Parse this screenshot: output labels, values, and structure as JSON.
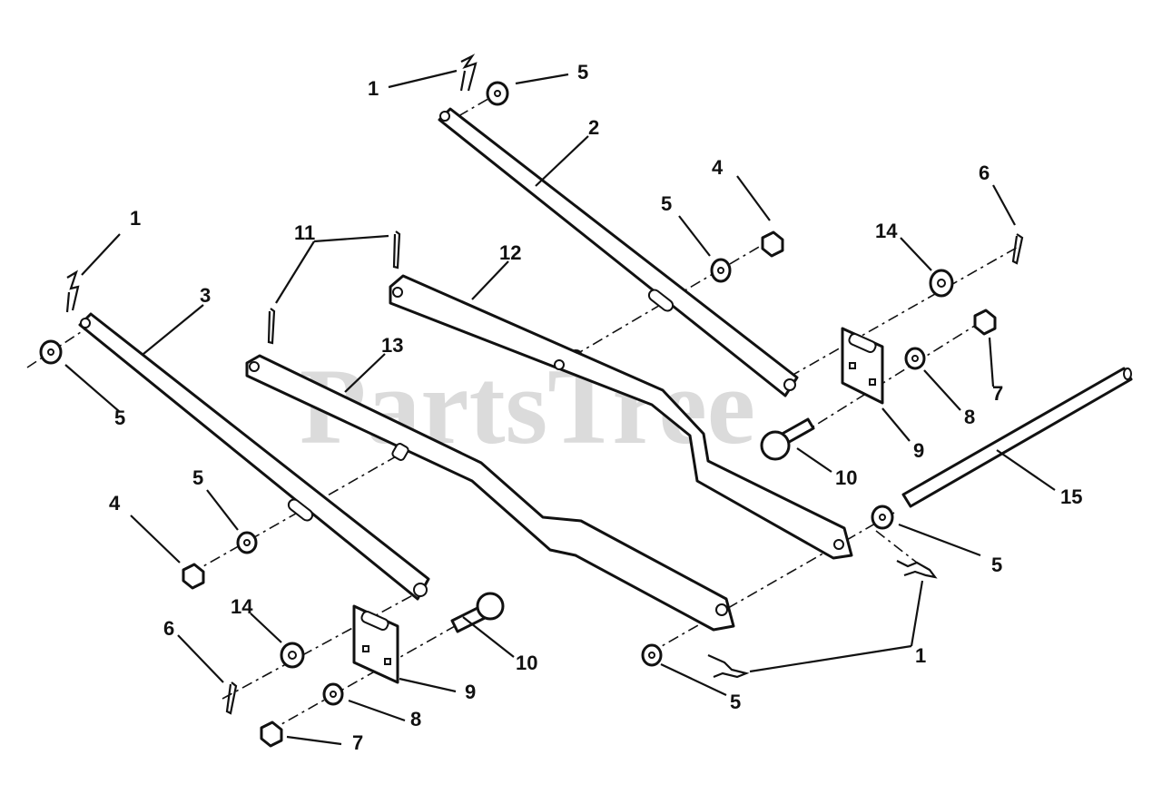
{
  "watermark": {
    "text": "PartsTree",
    "mark": "™"
  },
  "callouts": [
    "1",
    "5",
    "2",
    "4",
    "5",
    "6",
    "14",
    "1",
    "3",
    "11",
    "12",
    "13",
    "5",
    "4",
    "5",
    "14",
    "6",
    "10",
    "9",
    "8",
    "7",
    "5",
    "15",
    "7",
    "8",
    "9",
    "10",
    "1",
    "5"
  ]
}
